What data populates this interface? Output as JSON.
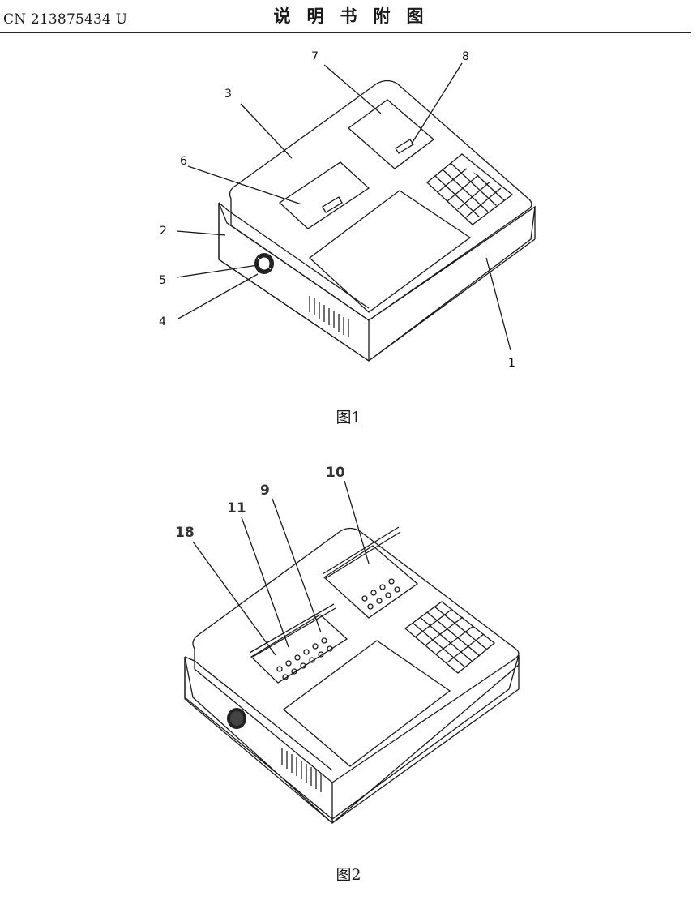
{
  "header": {
    "publication_number": "CN 213875434 U",
    "section_title": "说明书附图"
  },
  "figure1": {
    "caption": "图1",
    "labels": [
      "1",
      "2",
      "3",
      "4",
      "5",
      "6",
      "7",
      "8"
    ]
  },
  "figure2": {
    "caption": "图2",
    "labels": [
      "9",
      "10",
      "11",
      "18"
    ]
  }
}
